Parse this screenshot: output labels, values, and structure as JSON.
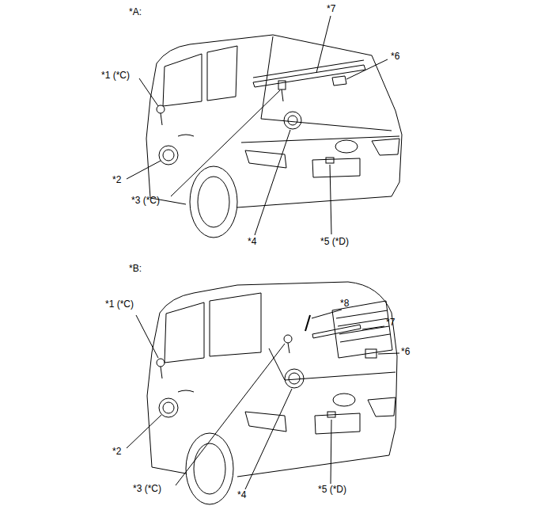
{
  "diagram": {
    "labels": [
      "*A:",
      "*7",
      "*1 (*C)",
      "*6",
      "*2",
      "*3 (*C)",
      "*4",
      "*5 (*D)",
      "*B:",
      "*1 (*C)",
      "*8",
      "*7",
      "*6",
      "*2",
      "*3 (*C)",
      "*4",
      "*5 (*D)"
    ]
  }
}
